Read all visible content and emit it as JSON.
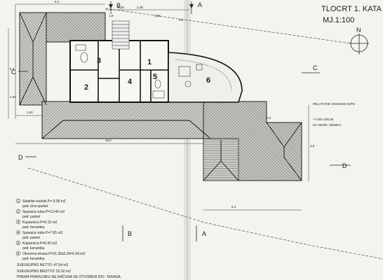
{
  "header": {
    "title": "TLOCRT 1. KATA",
    "scale": "MJ.1:100"
  },
  "north": {
    "label": "N"
  },
  "section_marks": {
    "a": "A",
    "b": "B",
    "c": "C",
    "d": "D"
  },
  "rooms": [
    "1",
    "2",
    "3",
    "4",
    "5",
    "6"
  ],
  "dimensions": [
    "9,4",
    "2,35",
    "1,9",
    "3,35",
    "8,45",
    "9,4",
    "6,3",
    "1,82",
    "1,40",
    "15,6",
    "6,4",
    "4,9",
    "7,2"
  ],
  "relative_heights": {
    "title": "RELATIVNE VISINSKE KOTE",
    "value": "+-0.00=106.00",
    "note": "NA GEOD. SNIMKU"
  },
  "legend": [
    {
      "num": "1",
      "text": "Stubište-hodnik P= 9.08 m2",
      "floor": "pod: drvo-parket"
    },
    {
      "num": "2",
      "text": "Spavaća soba P=13.40 m2",
      "floor": "pod: parket"
    },
    {
      "num": "3",
      "text": "Kupaonica P=6.15 m2",
      "floor": "pod: keramika"
    },
    {
      "num": "4",
      "text": "Spavaća soba P=7.65 m2",
      "floor": "pod: parket"
    },
    {
      "num": "5",
      "text": "Kupaonica P=6.00 m2",
      "floor": "pod: keramika"
    },
    {
      "num": "6",
      "text": "Otvorena terasa P=21.35x0.25=5.34 m2",
      "floor": "pod: keramika"
    }
  ],
  "totals": {
    "net": "SVEUKUPNO NETTO: 47.54 m2",
    "gross": "SVEUKUPNO BRUTTO: 52.92 m2",
    "note": "PREMA PRAVILNIKU NE RAČUNA SE OTVORENI DIO -TERASA."
  }
}
